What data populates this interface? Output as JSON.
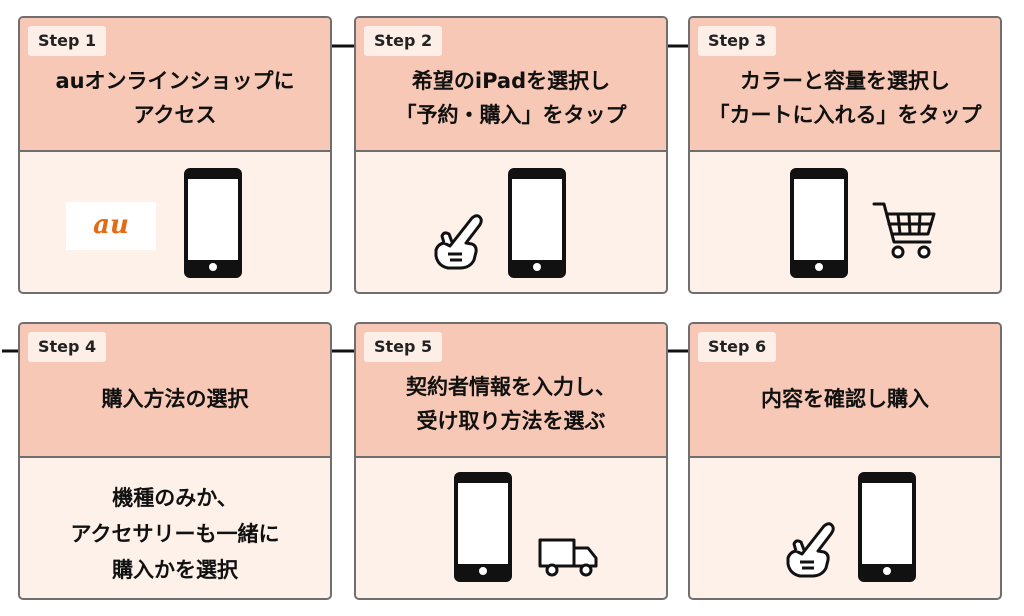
{
  "steps": [
    {
      "label": "Step 1",
      "lines": [
        "auオンラインショップに",
        "アクセス"
      ],
      "logo": "au",
      "icons": [
        "au-logo",
        "smartphone-icon"
      ]
    },
    {
      "label": "Step 2",
      "lines": [
        "希望のiPadを選択し",
        "「予約・購入」をタップ"
      ],
      "icons": [
        "pointing-hand-icon",
        "smartphone-icon"
      ]
    },
    {
      "label": "Step 3",
      "lines": [
        "カラーと容量を選択し",
        "「カートに入れる」をタップ"
      ],
      "icons": [
        "smartphone-icon",
        "shopping-cart-icon"
      ]
    },
    {
      "label": "Step 4",
      "lines": [
        "購入方法の選択"
      ],
      "body_lines": [
        "機種のみか、",
        "アクセサリーも一緒に",
        "購入かを選択"
      ]
    },
    {
      "label": "Step 5",
      "lines": [
        "契約者情報を入力し、",
        "受け取り方法を選ぶ"
      ],
      "icons": [
        "smartphone-icon",
        "delivery-truck-icon"
      ]
    },
    {
      "label": "Step 6",
      "lines": [
        "内容を確認し購入"
      ],
      "icons": [
        "pointing-hand-icon",
        "smartphone-icon"
      ]
    }
  ],
  "colors": {
    "header": "#f7c8b5",
    "body": "#fdf1ea",
    "badge": "#fdeee7",
    "border": "#6f6f6f",
    "logo": "#e36b14"
  }
}
